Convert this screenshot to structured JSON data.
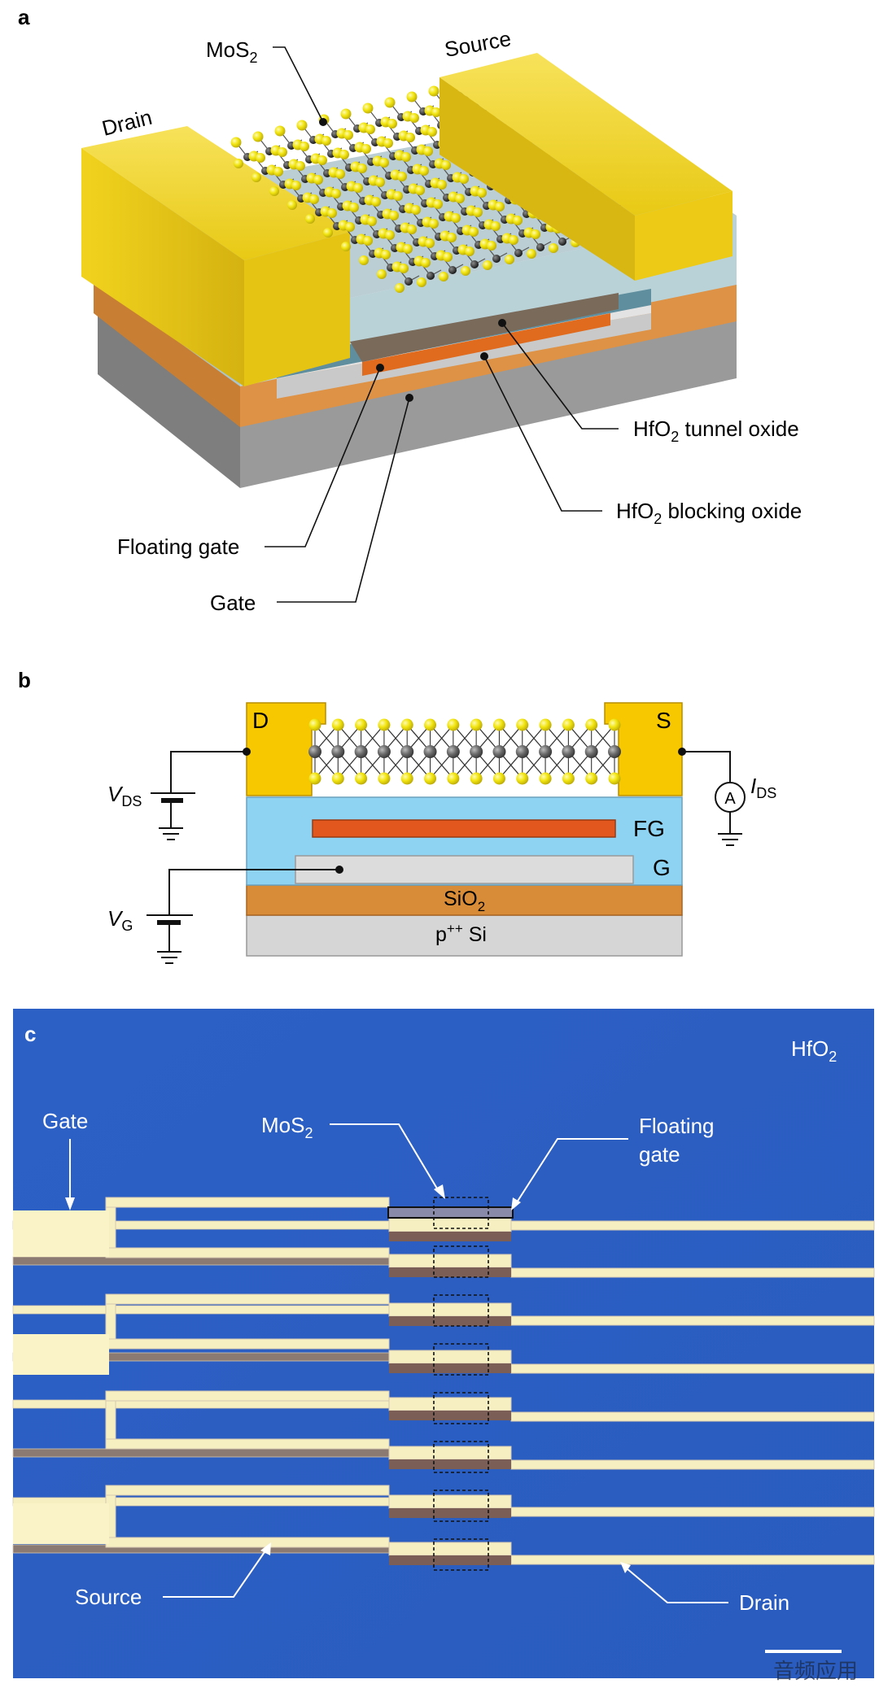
{
  "colors": {
    "gold": "#f3d11a",
    "gold_dark": "#c9a80c",
    "copper": "#d9893a",
    "gray_si": "#8d8d8d",
    "cyan_oxide": "#8ed1ef",
    "floating_gate": "#e2571e",
    "blue_substrate": "#2b5fc2",
    "sulfur": "#f1e40e",
    "molybdenum": "#555555"
  },
  "panel_a": {
    "letter": "a",
    "labels": {
      "mos2": "MoS",
      "mos2_sub": "2",
      "source": "Source",
      "drain": "Drain",
      "tunnel_pre": "HfO",
      "tunnel_sub": "2",
      "tunnel_post": " tunnel oxide",
      "blocking_pre": "HfO",
      "blocking_sub": "2",
      "blocking_post": " blocking oxide",
      "floating_gate": "Floating gate",
      "gate": "Gate"
    }
  },
  "panel_b": {
    "letter": "b",
    "labels": {
      "d": "D",
      "s": "S",
      "fg": "FG",
      "g": "G",
      "sio2": "SiO",
      "sio2_sub": "2",
      "substrate_pre": "p",
      "substrate_sup": "++",
      "substrate_post": " Si",
      "vds": "V",
      "vds_sub": "DS",
      "vg": "V",
      "vg_sub": "G",
      "ids": "I",
      "ids_sub": "DS",
      "ammeter": "A"
    }
  },
  "panel_c": {
    "letter": "c",
    "labels": {
      "hfo2": "HfO",
      "hfo2_sub": "2",
      "gate": "Gate",
      "mos2": "MoS",
      "mos2_sub": "2",
      "floating_gate_1": "Floating",
      "floating_gate_2": "gate",
      "source": "Source",
      "drain": "Drain"
    }
  },
  "watermark": "音频应用"
}
